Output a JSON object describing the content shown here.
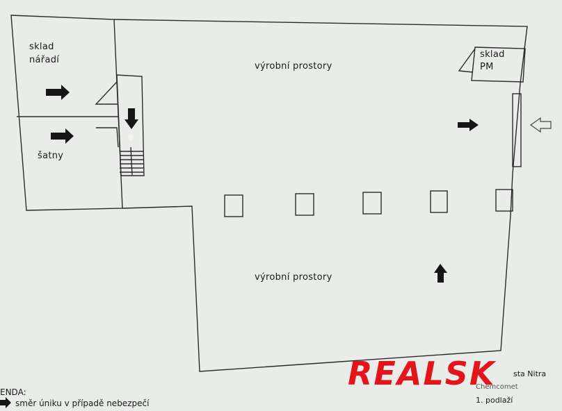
{
  "rooms": {
    "tool_storage": [
      "sklad",
      "nářadí"
    ],
    "changing_rooms": "šatny",
    "production_top": "výrobní prostory",
    "production_bottom": "výrobní prostory",
    "storage_pm": [
      "sklad",
      "PM"
    ]
  },
  "legend": {
    "title": "ENDA:",
    "item": "směr úniku v případě nebezpečí"
  },
  "caption": {
    "line1": "sta Nitra",
    "line2": "Chemcomet",
    "line3": "1. podlaží"
  },
  "watermark": "REALSK",
  "colors": {
    "background": "#e9ece9",
    "lines": "#2a2a2a",
    "arrows": "#151515",
    "watermark": "#e4141b"
  },
  "icons": {
    "escape_arrow": "arrow-icon",
    "entrance_arrow": "outline-arrow-icon"
  }
}
